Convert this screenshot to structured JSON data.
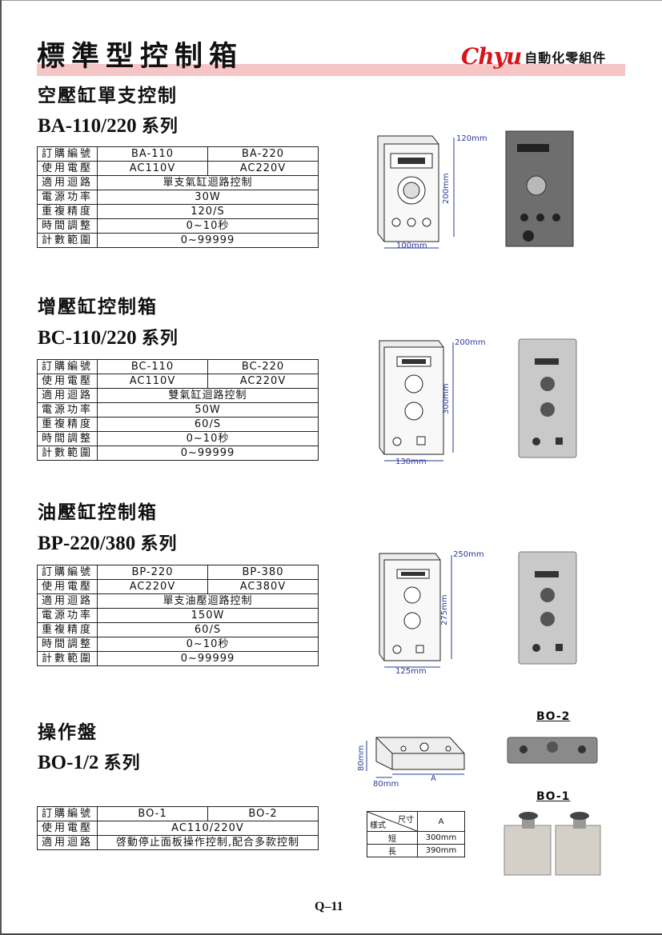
{
  "header": {
    "title": "標準型控制箱",
    "brand_logo": "Chyu",
    "brand_text": "自動化零組件"
  },
  "sections": [
    {
      "title": "空壓缸單支控制",
      "model_latin": "BA-110/220",
      "model_cjk": "系列",
      "rows": [
        {
          "label": "訂購編號",
          "values": [
            "BA-110",
            "BA-220"
          ]
        },
        {
          "label": "使用電壓",
          "values": [
            "AC110V",
            "AC220V"
          ]
        },
        {
          "label": "適用迴路",
          "span": "單支氣缸迴路控制"
        },
        {
          "label": "電源功率",
          "span": "30W"
        },
        {
          "label": "重複精度",
          "span": "120/S"
        },
        {
          "label": "時間調整",
          "span": "0~10秒"
        },
        {
          "label": "計數範圍",
          "span": "0~99999"
        }
      ],
      "dims": {
        "width": "100mm",
        "height": "200mm",
        "depth": "120mm"
      }
    },
    {
      "title": "增壓缸控制箱",
      "model_latin": "BC-110/220",
      "model_cjk": "系列",
      "rows": [
        {
          "label": "訂購編號",
          "values": [
            "BC-110",
            "BC-220"
          ]
        },
        {
          "label": "使用電壓",
          "values": [
            "AC110V",
            "AC220V"
          ]
        },
        {
          "label": "適用迴路",
          "span": "雙氣缸迴路控制"
        },
        {
          "label": "電源功率",
          "span": "50W"
        },
        {
          "label": "重複精度",
          "span": "60/S"
        },
        {
          "label": "時間調整",
          "span": "0~10秒"
        },
        {
          "label": "計數範圍",
          "span": "0~99999"
        }
      ],
      "dims": {
        "width": "130mm",
        "height": "300mm",
        "depth": "200mm"
      }
    },
    {
      "title": "油壓缸控制箱",
      "model_latin": "BP-220/380",
      "model_cjk": "系列",
      "rows": [
        {
          "label": "訂購編號",
          "values": [
            "BP-220",
            "BP-380"
          ]
        },
        {
          "label": "使用電壓",
          "values": [
            "AC220V",
            "AC380V"
          ]
        },
        {
          "label": "適用迴路",
          "span": "單支油壓迴路控制"
        },
        {
          "label": "電源功率",
          "span": "150W"
        },
        {
          "label": "重複精度",
          "span": "60/S"
        },
        {
          "label": "時間調整",
          "span": "0~10秒"
        },
        {
          "label": "計數範圍",
          "span": "0~99999"
        }
      ],
      "dims": {
        "width": "125mm",
        "height": "275mm",
        "depth": "250mm"
      }
    },
    {
      "title": "操作盤",
      "model_latin": "BO-1/2",
      "model_cjk": "系列",
      "rows": [
        {
          "label": "訂購編號",
          "values": [
            "BO-1",
            "BO-2"
          ]
        },
        {
          "label": "使用電壓",
          "span": "AC110/220V"
        },
        {
          "label": "適用迴路",
          "span": "啓動停止面板操作控制,配合多款控制"
        }
      ],
      "dims": {
        "height": "80mm",
        "width": "80mm",
        "length": "A"
      }
    }
  ],
  "bo_labels": {
    "bo2": "BO-2",
    "bo1": "BO-1"
  },
  "size_table": {
    "corner_top": "尺寸",
    "corner_bottom": "樣式",
    "col": "A",
    "rows": [
      {
        "style": "短",
        "a": "300mm"
      },
      {
        "style": "長",
        "a": "390mm"
      }
    ]
  },
  "page_number": "Q–11",
  "colors": {
    "accent_red": "#d8141a",
    "title_band": "#f6c6c6",
    "dimension_blue": "#2a3a9a"
  }
}
